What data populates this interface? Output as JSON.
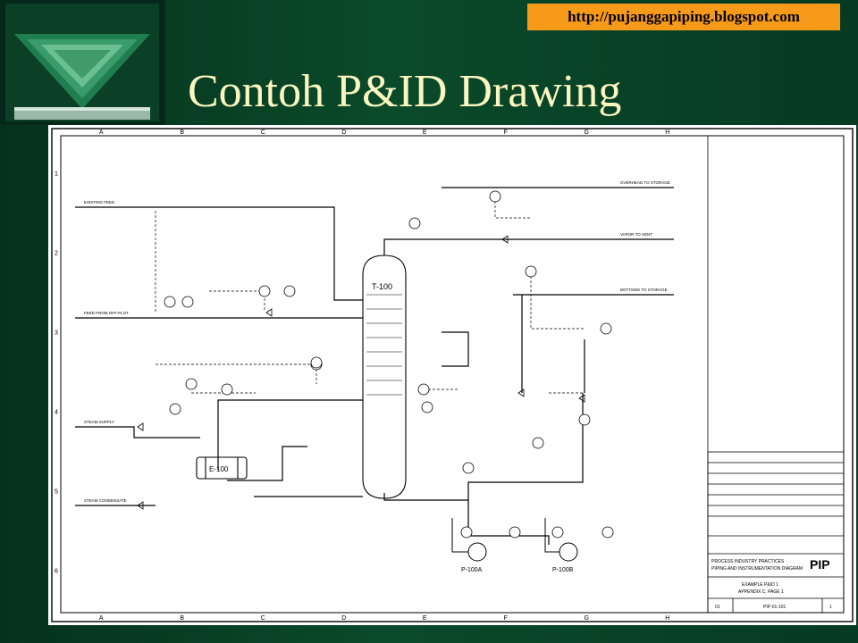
{
  "header": {
    "url": "http://pujanggapiping.blogspot.com",
    "title": "Contoh P&ID Drawing"
  },
  "colors": {
    "background": "#0a4a2a",
    "url_box": "#f79a1a",
    "title": "#fbf6c0"
  },
  "drawing": {
    "grid_columns": [
      "A",
      "B",
      "C",
      "D",
      "E",
      "F",
      "G",
      "H"
    ],
    "grid_rows": [
      "1",
      "2",
      "3",
      "4",
      "5",
      "6"
    ],
    "equipment": {
      "exchanger": "E-100",
      "tower": "T-100",
      "pump_a": "P-100A",
      "pump_b": "P-100B"
    },
    "title_block": {
      "company": "PIP",
      "title_line1": "PROCESS INDUSTRY PRACTICES",
      "title_line2": "PIPING AND INSTRUMENTATION DIAGRAM",
      "drawing_title1": "EXAMPLE P&ID 1",
      "drawing_title2": "APPENDIX C, PAGE 1",
      "revision": "01",
      "drawing_number": "PIP-01-101",
      "sheet": "1"
    }
  }
}
